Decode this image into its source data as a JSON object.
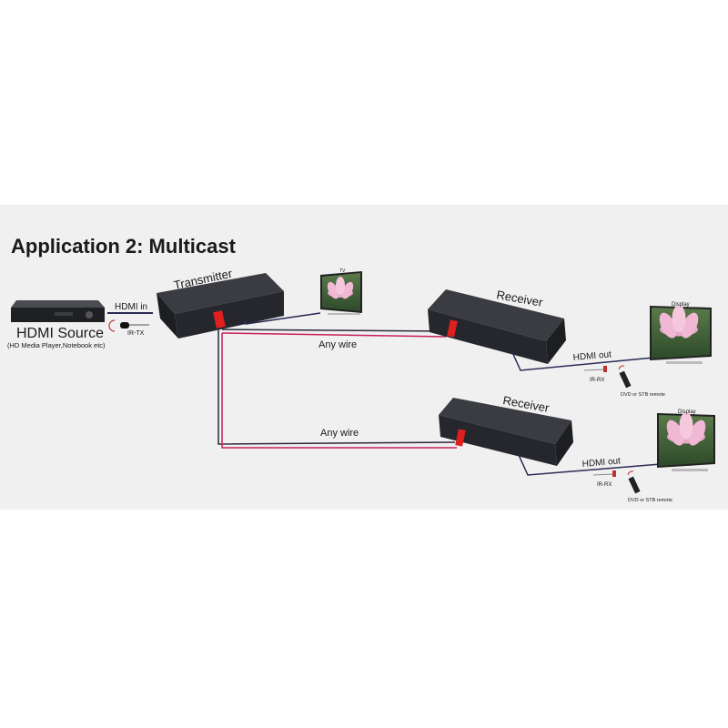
{
  "title": "Application 2: Multicast",
  "source": {
    "label": "HDMI Source",
    "sublabel": "(HD Media Player,Notebook etc)"
  },
  "links": {
    "hdmi_in": "HDMI in",
    "ir_tx": "IR-TX",
    "any_wire_1": "Any wire",
    "any_wire_2": "Any wire"
  },
  "transmitter": {
    "label": "Transmitter"
  },
  "tv": {
    "label": "TV"
  },
  "receivers": [
    {
      "label": "Receiver",
      "hdmi_out": "HDMI out",
      "ir_rx": "IR-RX",
      "remote": "DVD or STB remote",
      "display": "Display"
    },
    {
      "label": "Receiver",
      "hdmi_out": "HDMI out",
      "ir_rx": "IR-RX",
      "remote": "DVD or STB remote",
      "display": "Display"
    }
  ],
  "colors": {
    "band": "#f0f0f0",
    "device": "#2b2d31",
    "cable_red": "#c8205a",
    "cable_dark": "#2a2a3a",
    "hdmi_cable": "#2a2a55",
    "plug": "#e02020"
  }
}
